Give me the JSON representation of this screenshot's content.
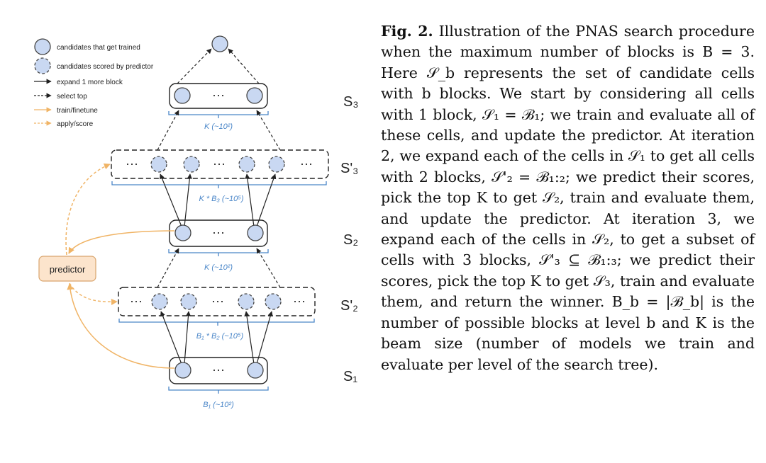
{
  "legend": {
    "trained": "candidates that get trained",
    "scored": "candidates scored by predictor",
    "expand": "expand 1 more block",
    "select": "select top",
    "train": "train/finetune",
    "apply": "apply/score"
  },
  "predictor_label": "predictor",
  "level_labels": {
    "s3": "S₃",
    "s3p": "S'₃",
    "s2": "S₂",
    "s2p": "S'₂",
    "s1": "S₁"
  },
  "size_labels": {
    "k_top": "K (~10²)",
    "kb3": "K * B₃ (~10⁵)",
    "k_mid": "K (~10²)",
    "b1b2": "B₁ * B₂ (~10⁵)",
    "b1": "B₁ (~10²)"
  },
  "ellipsis": "···",
  "colors": {
    "node_fill": "#c9d8f2",
    "bracket": "#4a86c8",
    "train_arrow": "#f0b466",
    "predictor_fill": "#fce4cc",
    "predictor_stroke": "#d9a56e"
  },
  "caption": {
    "label": "Fig. 2.",
    "text": "Illustration of the PNAS search procedure when the maximum number of blocks is B = 3. Here 𝒮_b represents the set of candidate cells with b blocks. We start by considering all cells with 1 block, 𝒮₁ = ℬ₁; we train and evaluate all of these cells, and update the predictor. At iteration 2, we expand each of the cells in 𝒮₁ to get all cells with 2 blocks, 𝒮'₂ = ℬ₁:₂; we predict their scores, pick the top K to get 𝒮₂, train and evaluate them, and update the predictor. At iteration 3, we expand each of the cells in 𝒮₂, to get a subset of cells with 3 blocks, 𝒮'₃ ⊆ ℬ₁:₃; we predict their scores, pick the top K to get 𝒮₃, train and evaluate them, and return the winner. B_b = |ℬ_b| is the number of possible blocks at level b and K is the beam size (number of models we train and evaluate per level of the search tree)."
  }
}
